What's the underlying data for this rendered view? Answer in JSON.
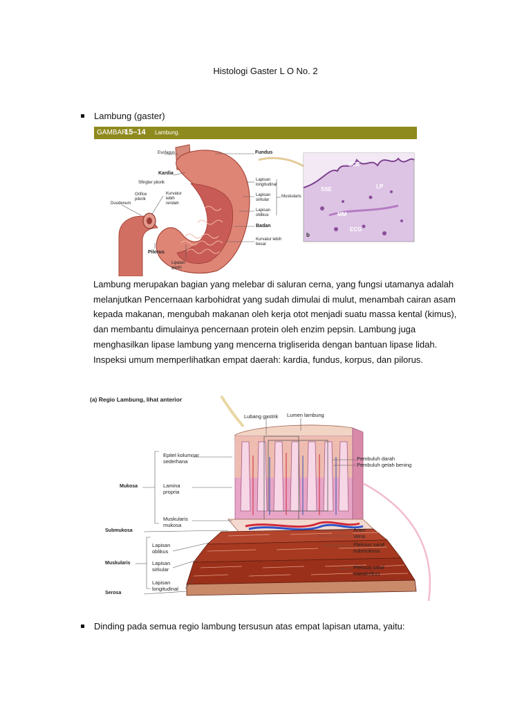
{
  "document": {
    "title": "Histologi  Gaster L O No. 2",
    "bullet1": "Lambung (gaster)",
    "paragraph": "Lambung merupakan bagian yang melebar di saluran  cerna, yang fungsi utamanya adalah melanjutkan Pencernaan karbohidrat yang sudah dimulai di mulut, menambah cairan asam kepada makanan, mengubah makanan oleh kerja otot menjadi suatu massa kental (kimus), dan membantu dimulainya pencernaan protein oleh enzim pepsin. Lambung juga menghasilkan lipase lambung yang mencerna trigliserida dengan bantuan lipase lidah. Inspeksi umum memperlihatkan empat daerah: kardia, fundus, korpus, dan pilorus.",
    "bullet2": "Dinding pada semua regio lambung tersusun atas empat lapisan utama, yaitu:"
  },
  "figure1": {
    "banner_prefix": "GAMBAR",
    "banner_number": "15–14",
    "banner_title": "Lambung.",
    "labels": {
      "esofagus": "Esofagus",
      "fundus": "Fundus",
      "kardia": "Kardia",
      "sfingter": "Sfingter pilorik",
      "orifice": "Orifice pilorik",
      "duodenum": "Duodenum",
      "kurvatur_kecil": "Kurvatur lebih rendah",
      "pilorus": "Pilorus",
      "lipatan": "Lipatan gastri",
      "lap_long": "Lapisan longitudinal",
      "lap_sirk": "Lapisan sirkular",
      "lap_obl": "Lapisan oblikus",
      "muskularis": "Muskularis",
      "badan": "Badan",
      "kurvatur_besar": "Kurvatur lebih besar"
    },
    "micro_labels": {
      "sce": "SCE",
      "sse": "SSE",
      "lp": "LP",
      "mm": "MM",
      "ecg": "ECG",
      "panel": "b"
    }
  },
  "figure2": {
    "title": "(a) Regio Lambung, lihat anterior",
    "labels": {
      "lubang": "Lubang gastrik",
      "lumen": "Lumen lambung",
      "epitel": "Epitel kolumnar sederhana",
      "lamina": "Lamina propria",
      "musk_mukosa": "Muskularis mukosa",
      "mukosa": "Mukosa",
      "submukosa": "Submukosa",
      "lap_obl": "Lapisan oblikus",
      "lap_sirk": "Lapisan sirkular",
      "lap_long": "Lapisan longitudinal",
      "muskularis": "Muskularis",
      "serosa": "Serosa",
      "darah": "Pembuluh darah",
      "getah": "Pembuluh getah bening",
      "arteri": "Arteri",
      "vena": "Vena",
      "pleksus_sub": "Pleksus saraf submukosa",
      "pleksus_mien": "Pleksus saraf mienterikus"
    }
  },
  "colors": {
    "banner": "#8f8a1e",
    "stomach": "#d8776a",
    "tissue_pink": "#e7a3c4",
    "muscle": "#a83a24"
  }
}
